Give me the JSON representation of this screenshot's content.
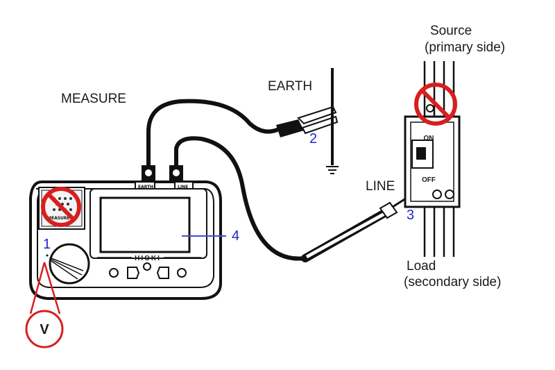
{
  "labels": {
    "measure": "MEASURE",
    "earth": "EARTH",
    "line": "LINE",
    "source_line1": "Source",
    "source_line2": "(primary side)",
    "load_line1": "Load",
    "load_line2": "(secondary side)"
  },
  "callouts": {
    "n1": "1",
    "n2": "2",
    "n3": "3",
    "n4": "4",
    "voltage": "V"
  },
  "instrument": {
    "brand": "HIOKI",
    "terminal_earth": "EARTH",
    "terminal_line": "LINE",
    "button_label": "MEASURE"
  },
  "breaker": {
    "on": "ON",
    "off": "OFF"
  },
  "colors": {
    "prohibition": "#d81e1e",
    "callout_number": "#2222cc",
    "line_art": "#111111"
  },
  "icons": [
    "prohibition-sign-icon",
    "ground-symbol-icon",
    "rotary-dial-icon",
    "probe-icon",
    "alligator-clip-icon"
  ]
}
